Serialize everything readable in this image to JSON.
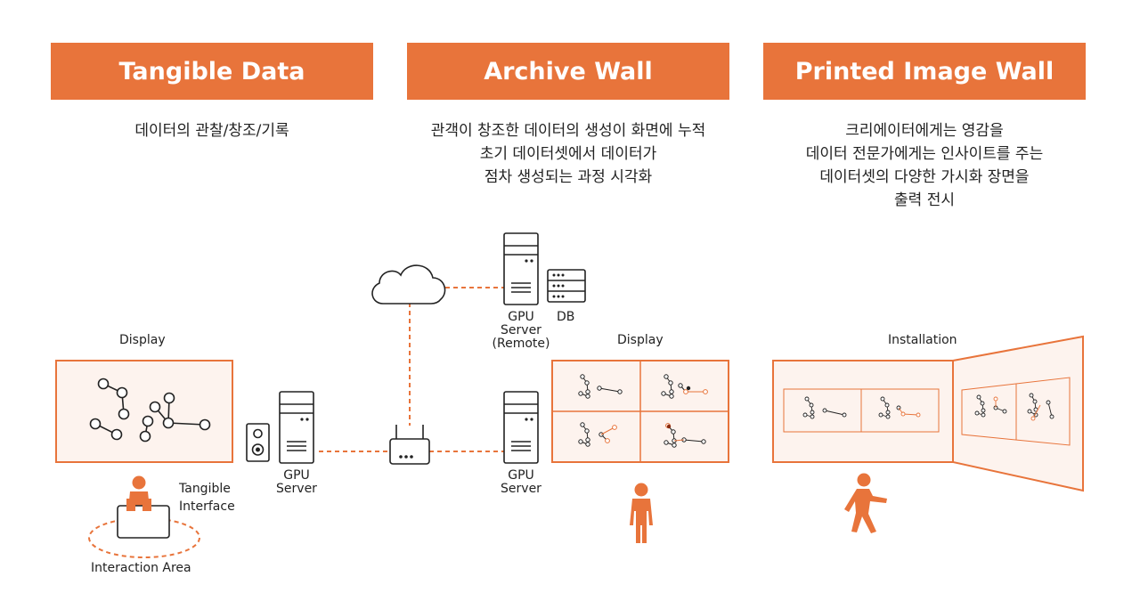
{
  "columns": [
    {
      "title": "Tangible Data",
      "desc": [
        "데이터의 관찰/창조/기록"
      ]
    },
    {
      "title": "Archive Wall",
      "desc": [
        "관객이 창조한 데이터의 생성이 화면에 누적",
        "초기 데이터셋에서 데이터가",
        "점차 생성되는 과정 시각화"
      ]
    },
    {
      "title": "Printed Image Wall",
      "desc": [
        "크리에이터에게는 영감을",
        "데이터 전문가에게는 인사이트를 주는",
        "데이터셋의 다양한 가시화 장면을",
        "출력 전시"
      ]
    }
  ],
  "labels": {
    "display_left": "Display",
    "display_mid": "Display",
    "installation": "Installation",
    "gpu_local_1": "GPU",
    "gpu_local_2": "Server",
    "gpu_mid_1": "GPU",
    "gpu_mid_2": "Server",
    "gpu_remote_1": "GPU",
    "gpu_remote_2": "Server",
    "gpu_remote_3": "(Remote)",
    "db": "DB",
    "tangible_1": "Tangible",
    "tangible_2": "Interface",
    "interaction_area": "Interaction Area"
  },
  "colors": {
    "accent": "#e8743b",
    "panel_fill": "#fdf3ee",
    "line": "#222222"
  },
  "icons": [
    "cloud-icon",
    "server-icon",
    "database-icon",
    "router-icon",
    "speaker-icon",
    "person-icon"
  ]
}
